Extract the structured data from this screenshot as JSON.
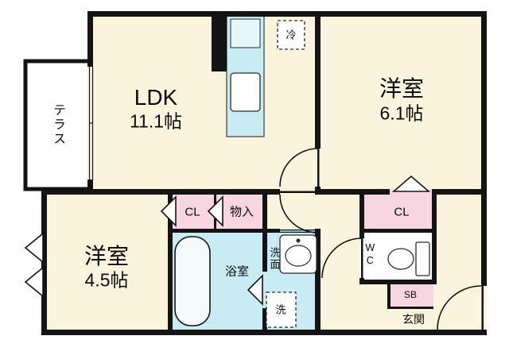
{
  "colors": {
    "wall": "#141414",
    "room_cream": "#FBF4DC",
    "closet_pink": "#F7D6E2",
    "wet_cyan": "#C9EBF3",
    "fixture_white": "#FFFFFF",
    "stove_cyan": "#E4F6FA"
  },
  "rooms": {
    "terrace": {
      "label": "テラス"
    },
    "ldk": {
      "name": "LDK",
      "size": "11.1帖"
    },
    "bedroom_large": {
      "name": "洋室",
      "size": "6.1帖"
    },
    "bedroom_small": {
      "name": "洋室",
      "size": "4.5帖"
    },
    "bathroom": {
      "label": "浴室"
    },
    "washroom": {
      "label": "洗面"
    },
    "toilet": {
      "label": "WC"
    },
    "entrance": {
      "label": "玄関"
    }
  },
  "storage": {
    "closet_hall": {
      "label": "CL"
    },
    "storage_closet": {
      "label": "物入"
    },
    "closet_bedroom": {
      "label": "CL"
    },
    "shoe_box": {
      "label": "SB"
    }
  },
  "appliances": {
    "refrigerator": {
      "label": "冷"
    },
    "washer": {
      "label": "洗"
    }
  }
}
